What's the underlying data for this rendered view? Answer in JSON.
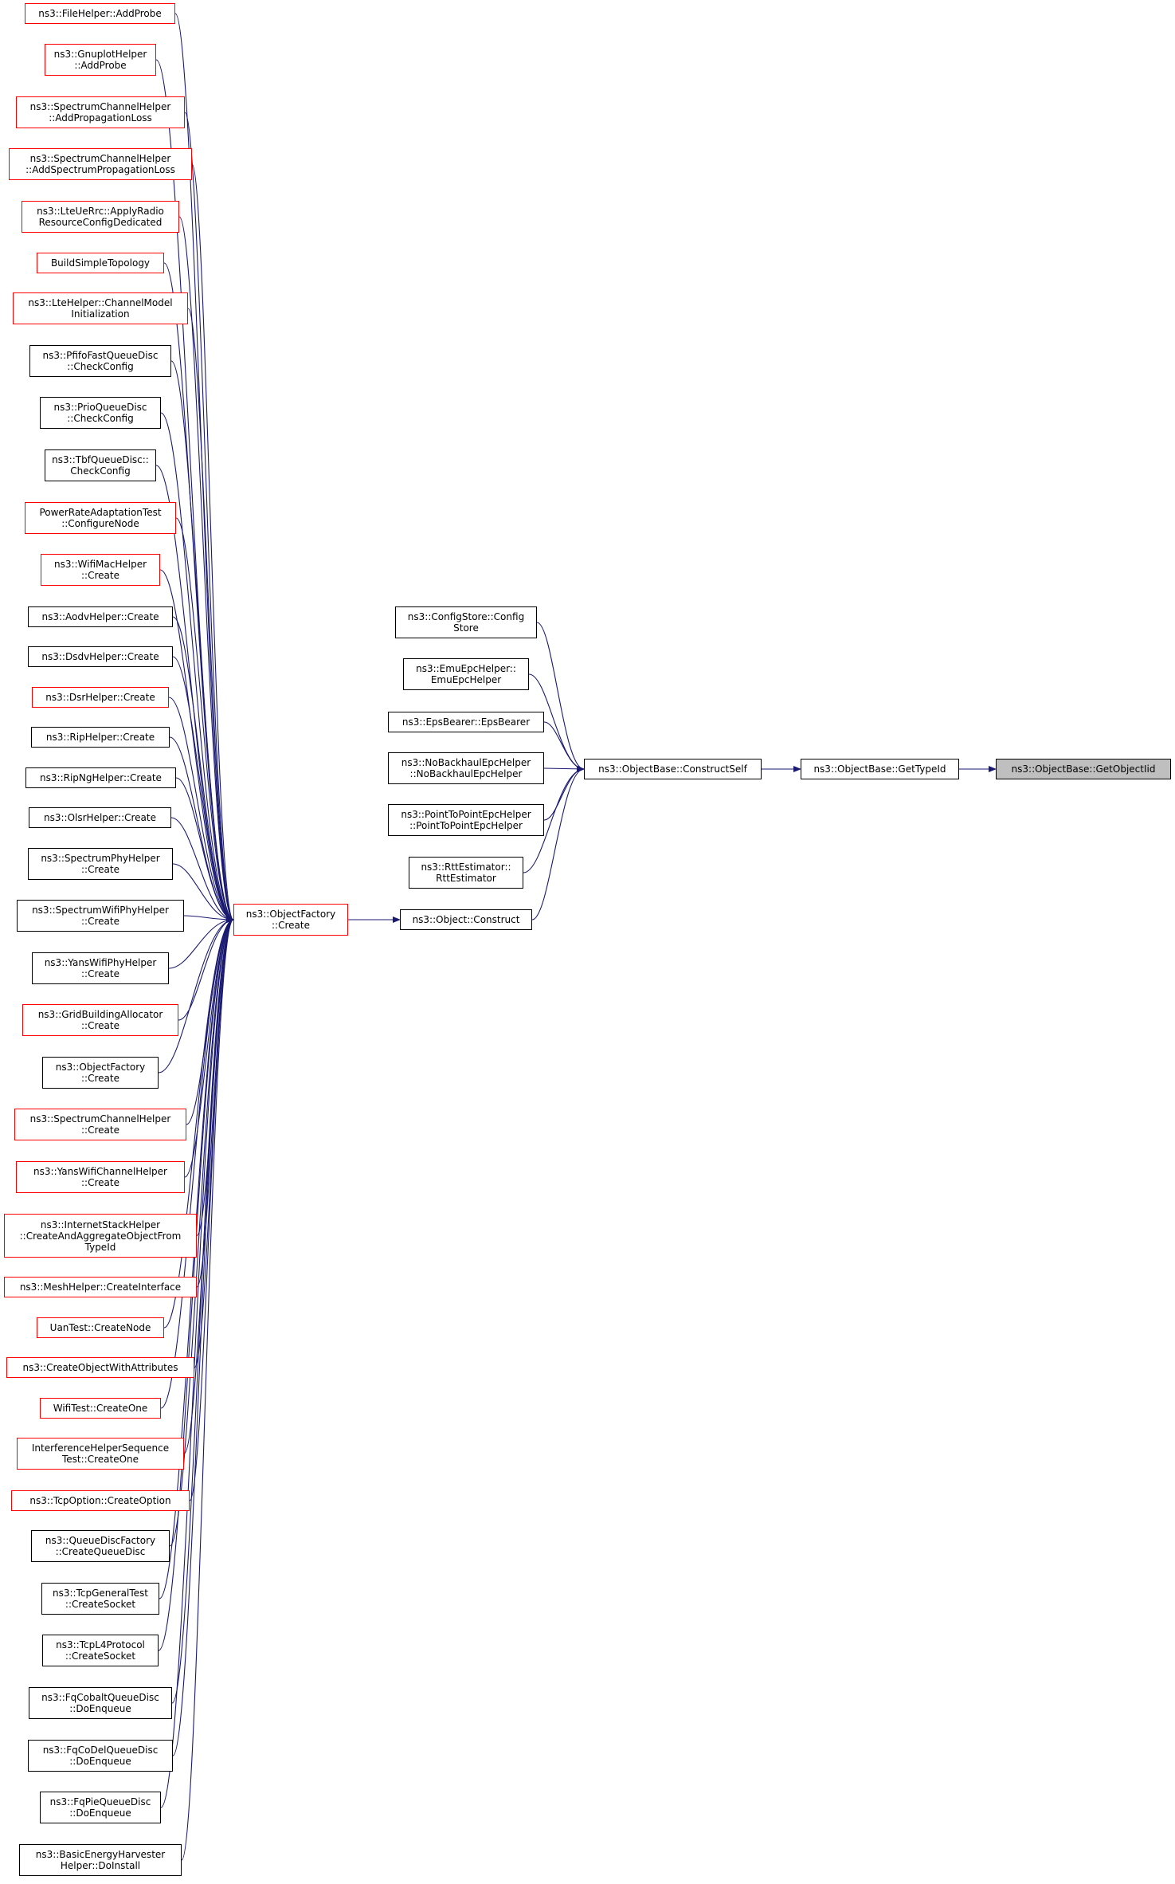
{
  "colors": {
    "edge": "#191970",
    "border_documented": "#000000",
    "border_truncated": "#ff0000",
    "current_fill": "#bfbfbf"
  },
  "nodes": [
    {
      "id": "getobjectiid",
      "label": "ns3::ObjectBase::GetObjectIid",
      "style": "current"
    },
    {
      "id": "gettypeid",
      "label": "ns3::ObjectBase::GetTypeId",
      "style": "black"
    },
    {
      "id": "constructself",
      "label": "ns3::ObjectBase::ConstructSelf",
      "style": "black"
    },
    {
      "id": "configstore",
      "label": "ns3::ConfigStore::Config\nStore",
      "style": "black"
    },
    {
      "id": "emuepchelper",
      "label": "ns3::EmuEpcHelper::\nEmuEpcHelper",
      "style": "black"
    },
    {
      "id": "epsbearer",
      "label": "ns3::EpsBearer::EpsBearer",
      "style": "black"
    },
    {
      "id": "nobackhaul",
      "label": "ns3::NoBackhaulEpcHelper\n::NoBackhaulEpcHelper",
      "style": "black"
    },
    {
      "id": "pointtopoint",
      "label": "ns3::PointToPointEpcHelper\n::PointToPointEpcHelper",
      "style": "black"
    },
    {
      "id": "rttestimator",
      "label": "ns3::RttEstimator::\nRttEstimator",
      "style": "black"
    },
    {
      "id": "objconstruct",
      "label": "ns3::Object::Construct",
      "style": "black"
    },
    {
      "id": "objfactory",
      "label": "ns3::ObjectFactory\n::Create",
      "style": "red"
    },
    {
      "id": "c0",
      "label": "ns3::FileHelper::AddProbe",
      "style": "red"
    },
    {
      "id": "c1",
      "label": "ns3::GnuplotHelper\n::AddProbe",
      "style": "red"
    },
    {
      "id": "c2",
      "label": "ns3::SpectrumChannelHelper\n::AddPropagationLoss",
      "style": "red"
    },
    {
      "id": "c3",
      "label": "ns3::SpectrumChannelHelper\n::AddSpectrumPropagationLoss",
      "style": "red"
    },
    {
      "id": "c4",
      "label": "ns3::LteUeRrc::ApplyRadio\nResourceConfigDedicated",
      "style": "red"
    },
    {
      "id": "c5",
      "label": "BuildSimpleTopology",
      "style": "red"
    },
    {
      "id": "c6",
      "label": "ns3::LteHelper::ChannelModel\nInitialization",
      "style": "red"
    },
    {
      "id": "c7",
      "label": "ns3::PfifoFastQueueDisc\n::CheckConfig",
      "style": "black"
    },
    {
      "id": "c8",
      "label": "ns3::PrioQueueDisc\n::CheckConfig",
      "style": "black"
    },
    {
      "id": "c9",
      "label": "ns3::TbfQueueDisc::\nCheckConfig",
      "style": "black"
    },
    {
      "id": "c10",
      "label": "PowerRateAdaptationTest\n::ConfigureNode",
      "style": "red"
    },
    {
      "id": "c11",
      "label": "ns3::WifiMacHelper\n::Create",
      "style": "red"
    },
    {
      "id": "c12",
      "label": "ns3::AodvHelper::Create",
      "style": "black"
    },
    {
      "id": "c13",
      "label": "ns3::DsdvHelper::Create",
      "style": "black"
    },
    {
      "id": "c14",
      "label": "ns3::DsrHelper::Create",
      "style": "red"
    },
    {
      "id": "c15",
      "label": "ns3::RipHelper::Create",
      "style": "black"
    },
    {
      "id": "c16",
      "label": "ns3::RipNgHelper::Create",
      "style": "black"
    },
    {
      "id": "c17",
      "label": "ns3::OlsrHelper::Create",
      "style": "black"
    },
    {
      "id": "c18",
      "label": "ns3::SpectrumPhyHelper\n::Create",
      "style": "black"
    },
    {
      "id": "c19",
      "label": "ns3::SpectrumWifiPhyHelper\n::Create",
      "style": "black"
    },
    {
      "id": "c20",
      "label": "ns3::YansWifiPhyHelper\n::Create",
      "style": "black"
    },
    {
      "id": "c21",
      "label": "ns3::GridBuildingAllocator\n::Create",
      "style": "red"
    },
    {
      "id": "c22",
      "label": "ns3::ObjectFactory\n::Create",
      "style": "black"
    },
    {
      "id": "c23",
      "label": "ns3::SpectrumChannelHelper\n::Create",
      "style": "red"
    },
    {
      "id": "c24",
      "label": "ns3::YansWifiChannelHelper\n::Create",
      "style": "red"
    },
    {
      "id": "c25",
      "label": "ns3::InternetStackHelper\n::CreateAndAggregateObjectFrom\nTypeId",
      "style": "red"
    },
    {
      "id": "c26",
      "label": "ns3::MeshHelper::CreateInterface",
      "style": "red"
    },
    {
      "id": "c27",
      "label": "UanTest::CreateNode",
      "style": "red"
    },
    {
      "id": "c28",
      "label": "ns3::CreateObjectWithAttributes",
      "style": "red"
    },
    {
      "id": "c29",
      "label": "WifiTest::CreateOne",
      "style": "red"
    },
    {
      "id": "c30",
      "label": "InterferenceHelperSequence\nTest::CreateOne",
      "style": "red"
    },
    {
      "id": "c31",
      "label": "ns3::TcpOption::CreateOption",
      "style": "red"
    },
    {
      "id": "c32",
      "label": "ns3::QueueDiscFactory\n::CreateQueueDisc",
      "style": "black"
    },
    {
      "id": "c33",
      "label": "ns3::TcpGeneralTest\n::CreateSocket",
      "style": "black"
    },
    {
      "id": "c34",
      "label": "ns3::TcpL4Protocol\n::CreateSocket",
      "style": "black"
    },
    {
      "id": "c35",
      "label": "ns3::FqCobaltQueueDisc\n::DoEnqueue",
      "style": "black"
    },
    {
      "id": "c36",
      "label": "ns3::FqCoDelQueueDisc\n::DoEnqueue",
      "style": "black"
    },
    {
      "id": "c37",
      "label": "ns3::FqPieQueueDisc\n::DoEnqueue",
      "style": "black"
    },
    {
      "id": "c38",
      "label": "ns3::BasicEnergyHarvester\nHelper::DoInstall",
      "style": "black"
    }
  ],
  "edges": [
    [
      "gettypeid",
      "getobjectiid"
    ],
    [
      "constructself",
      "gettypeid"
    ],
    [
      "configstore",
      "constructself"
    ],
    [
      "emuepchelper",
      "constructself"
    ],
    [
      "epsbearer",
      "constructself"
    ],
    [
      "nobackhaul",
      "constructself"
    ],
    [
      "pointtopoint",
      "constructself"
    ],
    [
      "rttestimator",
      "constructself"
    ],
    [
      "objconstruct",
      "constructself"
    ],
    [
      "objfactory",
      "objconstruct"
    ],
    [
      "c0",
      "objfactory"
    ],
    [
      "c1",
      "objfactory"
    ],
    [
      "c2",
      "objfactory"
    ],
    [
      "c3",
      "objfactory"
    ],
    [
      "c4",
      "objfactory"
    ],
    [
      "c5",
      "objfactory"
    ],
    [
      "c6",
      "objfactory"
    ],
    [
      "c7",
      "objfactory"
    ],
    [
      "c8",
      "objfactory"
    ],
    [
      "c9",
      "objfactory"
    ],
    [
      "c10",
      "objfactory"
    ],
    [
      "c11",
      "objfactory"
    ],
    [
      "c12",
      "objfactory"
    ],
    [
      "c13",
      "objfactory"
    ],
    [
      "c14",
      "objfactory"
    ],
    [
      "c15",
      "objfactory"
    ],
    [
      "c16",
      "objfactory"
    ],
    [
      "c17",
      "objfactory"
    ],
    [
      "c18",
      "objfactory"
    ],
    [
      "c19",
      "objfactory"
    ],
    [
      "c20",
      "objfactory"
    ],
    [
      "c21",
      "objfactory"
    ],
    [
      "c22",
      "objfactory"
    ],
    [
      "c23",
      "objfactory"
    ],
    [
      "c24",
      "objfactory"
    ],
    [
      "c25",
      "objfactory"
    ],
    [
      "c26",
      "objfactory"
    ],
    [
      "c27",
      "objfactory"
    ],
    [
      "c28",
      "objfactory"
    ],
    [
      "c29",
      "objfactory"
    ],
    [
      "c30",
      "objfactory"
    ],
    [
      "c31",
      "objfactory"
    ],
    [
      "c32",
      "objfactory"
    ],
    [
      "c33",
      "objfactory"
    ],
    [
      "c34",
      "objfactory"
    ],
    [
      "c35",
      "objfactory"
    ],
    [
      "c36",
      "objfactory"
    ],
    [
      "c37",
      "objfactory"
    ],
    [
      "c38",
      "objfactory"
    ]
  ]
}
